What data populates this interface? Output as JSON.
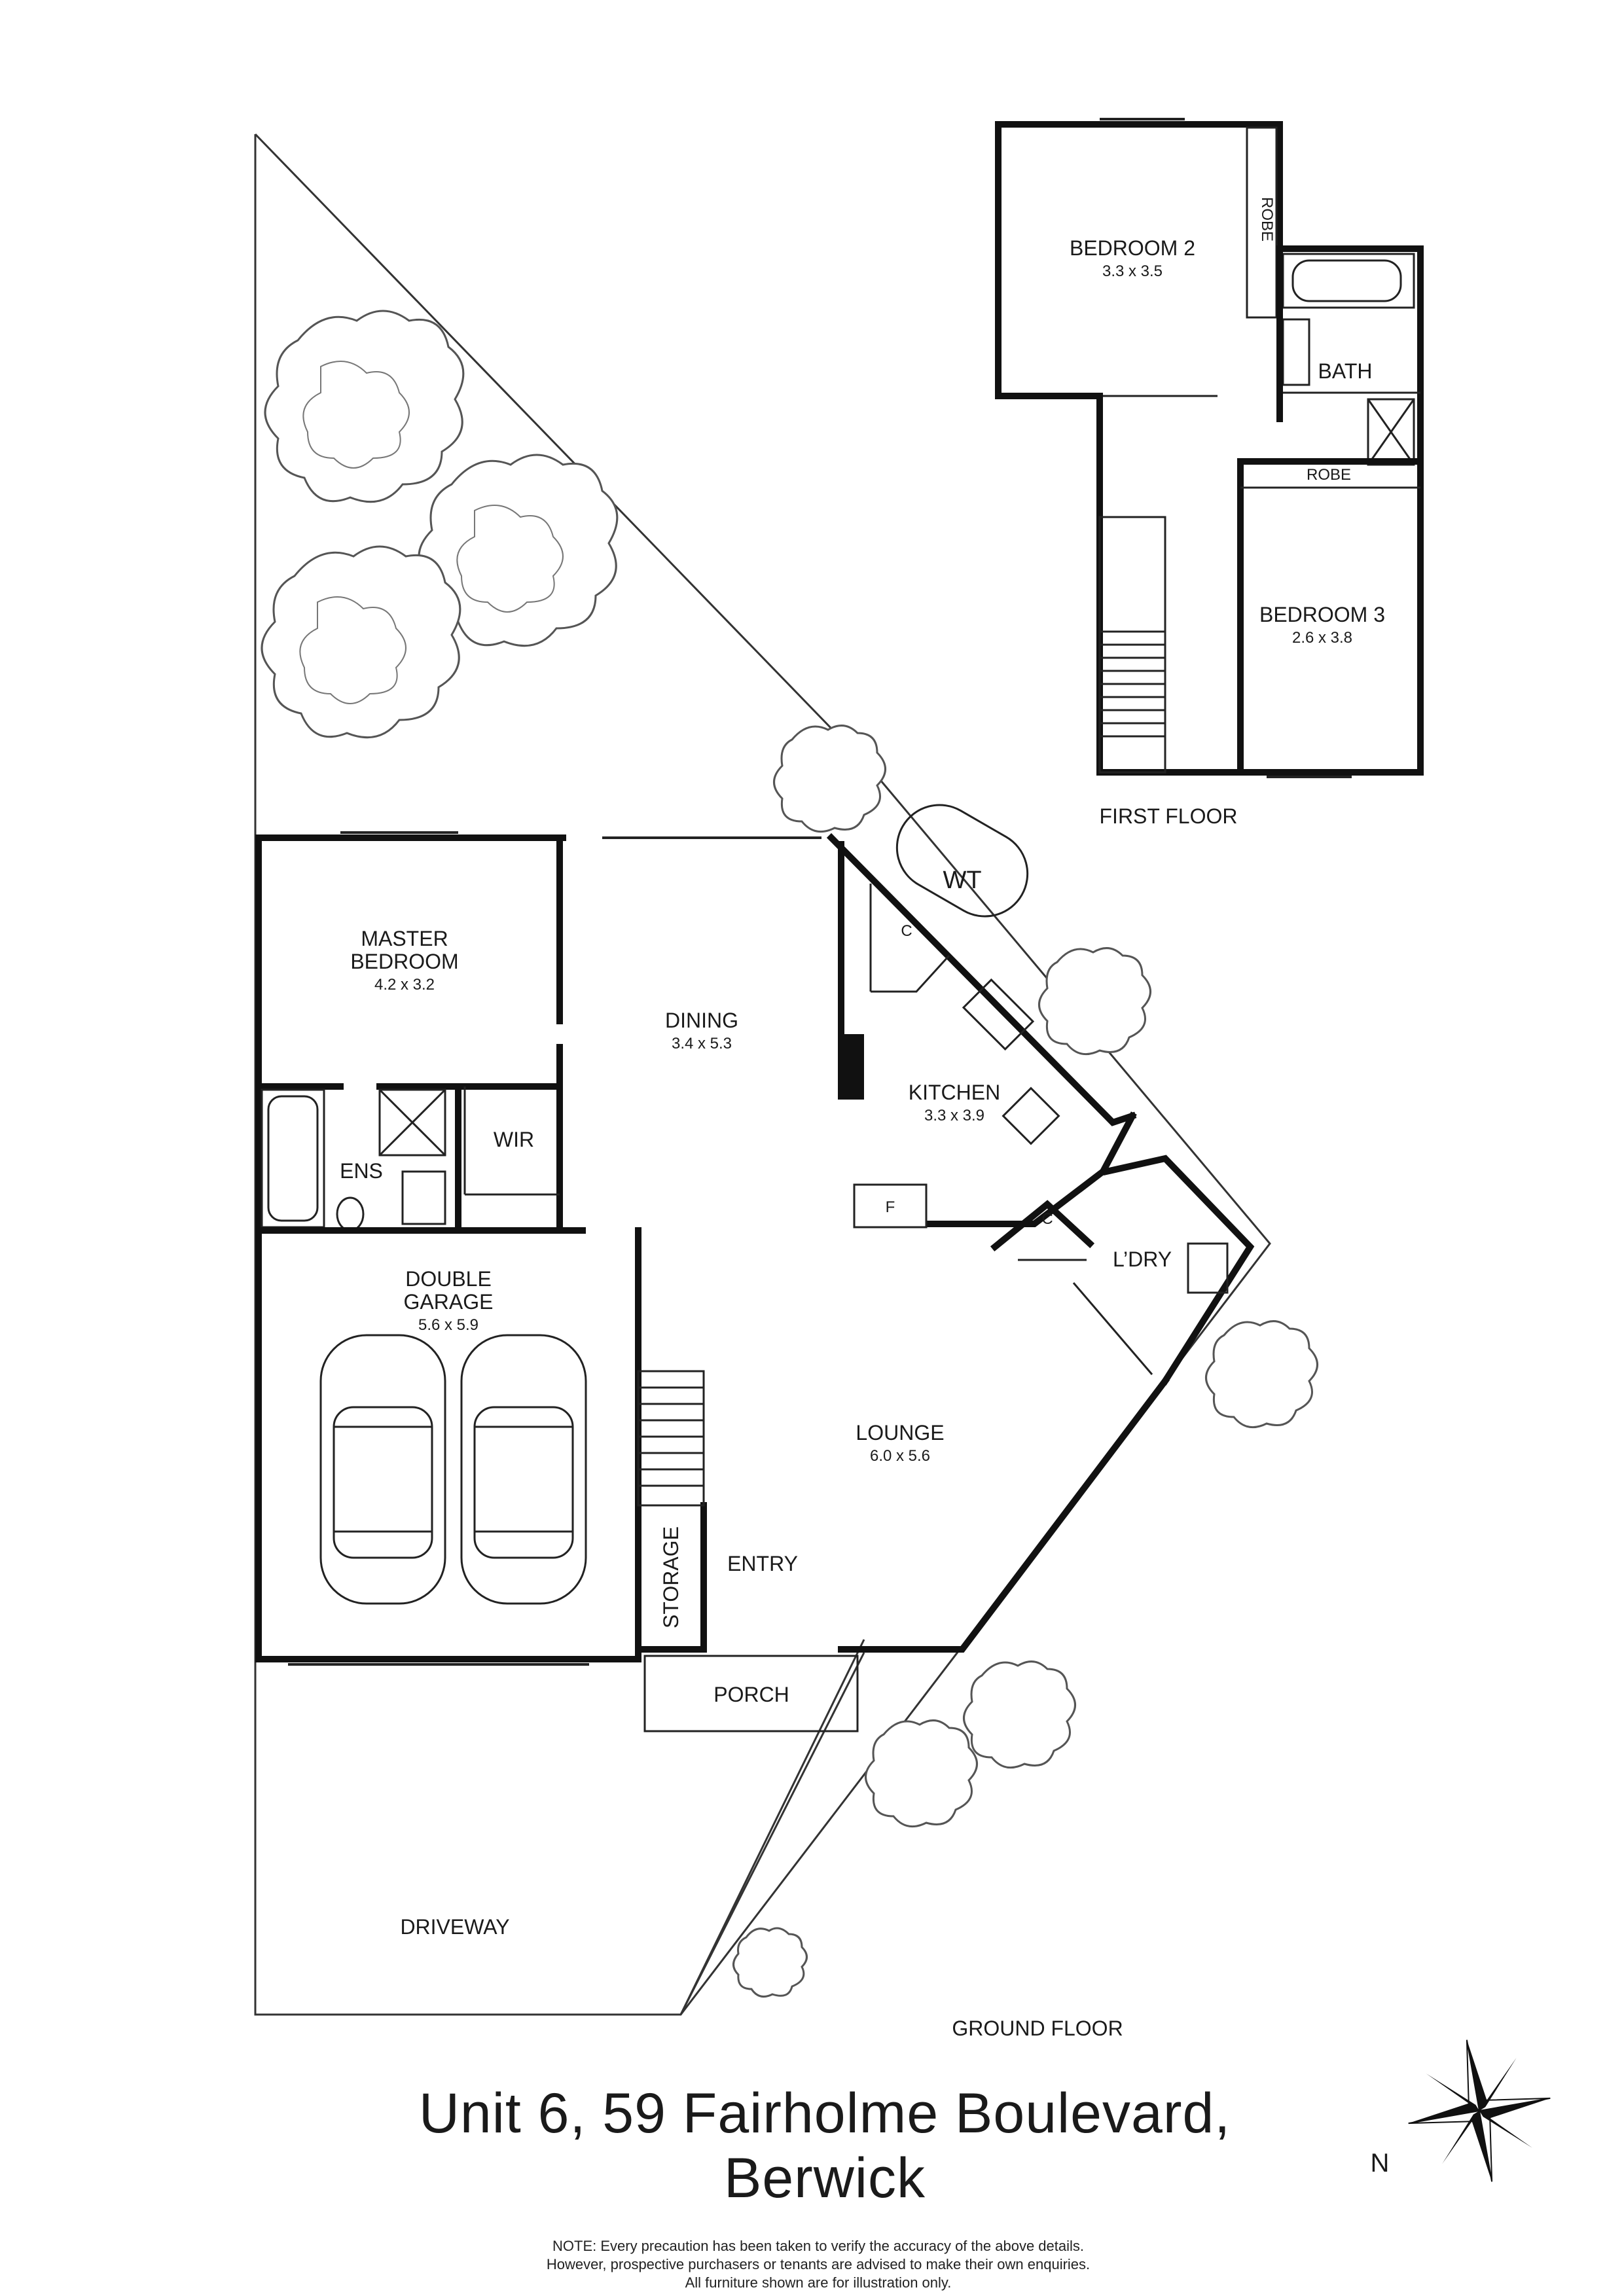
{
  "rooms": {
    "bedroom2": {
      "name": "BEDROOM 2",
      "dim": "3.3 x 3.5"
    },
    "robe_upper": "ROBE",
    "bath": "BATH",
    "robe_lower": "ROBE",
    "bedroom3": {
      "name": "BEDROOM 3",
      "dim": "2.6 x 3.8"
    },
    "master": {
      "name_line1": "MASTER",
      "name_line2": "BEDROOM",
      "dim": "4.2 x 3.2"
    },
    "dining": {
      "name": "DINING",
      "dim": "3.4 x 5.3"
    },
    "wt": "WT",
    "cupboard_kitchen": "C",
    "kitchen": {
      "name": "KITCHEN",
      "dim": "3.3 x 3.9"
    },
    "wir": "WIR",
    "ens": "ENS",
    "fridge": "F",
    "cupboard_laundry": "C",
    "laundry": "L’DRY",
    "garage": {
      "name_line1": "DOUBLE",
      "name_line2": "GARAGE",
      "dim": "5.6 x 5.9"
    },
    "lounge": {
      "name": "LOUNGE",
      "dim": "6.0 x 5.6"
    },
    "storage": "STORAGE",
    "entry": "ENTRY",
    "porch": "PORCH",
    "driveway": "DRIVEWAY"
  },
  "floors": {
    "first": "FIRST FLOOR",
    "ground": "GROUND FLOOR"
  },
  "compass": {
    "label": "N"
  },
  "address": "Unit 6, 59 Fairholme Boulevard, Berwick",
  "note": {
    "line1": "NOTE: Every precaution has been taken to verify the accuracy of the above details.",
    "line2": "However, prospective purchasers or tenants are advised to make their own enquiries.",
    "line3": "All furniture shown are for illustration only."
  }
}
